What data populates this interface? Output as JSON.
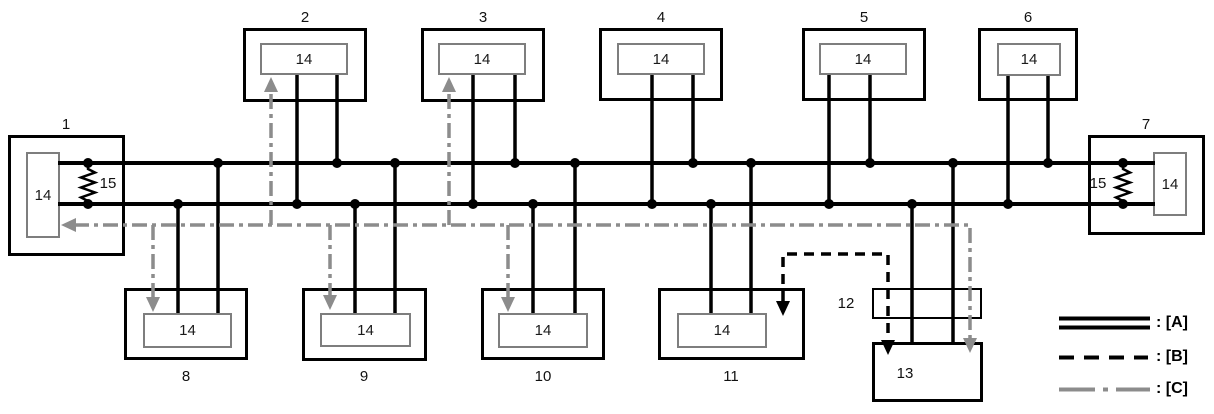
{
  "nodes": {
    "n1": {
      "id": "1",
      "module": "14",
      "resistor": "15"
    },
    "n2": {
      "id": "2",
      "module": "14"
    },
    "n3": {
      "id": "3",
      "module": "14"
    },
    "n4": {
      "id": "4",
      "module": "14"
    },
    "n5": {
      "id": "5",
      "module": "14"
    },
    "n6": {
      "id": "6",
      "module": "14"
    },
    "n7": {
      "id": "7",
      "module": "14",
      "resistor": "15"
    },
    "n8": {
      "id": "8",
      "module": "14"
    },
    "n9": {
      "id": "9",
      "module": "14"
    },
    "n10": {
      "id": "10",
      "module": "14"
    },
    "n11": {
      "id": "11",
      "module": "14"
    },
    "n12": {
      "id": "12"
    },
    "n13": {
      "id": "13"
    }
  },
  "legend": {
    "items": [
      {
        "style": "double-solid",
        "label": ": [A]"
      },
      {
        "style": "dashed",
        "label": ": [B]"
      },
      {
        "style": "dash-dot",
        "label": ": [C]"
      }
    ]
  },
  "colors": {
    "line": "#000000",
    "route_c": "#8c8c8c",
    "background": "#ffffff"
  }
}
